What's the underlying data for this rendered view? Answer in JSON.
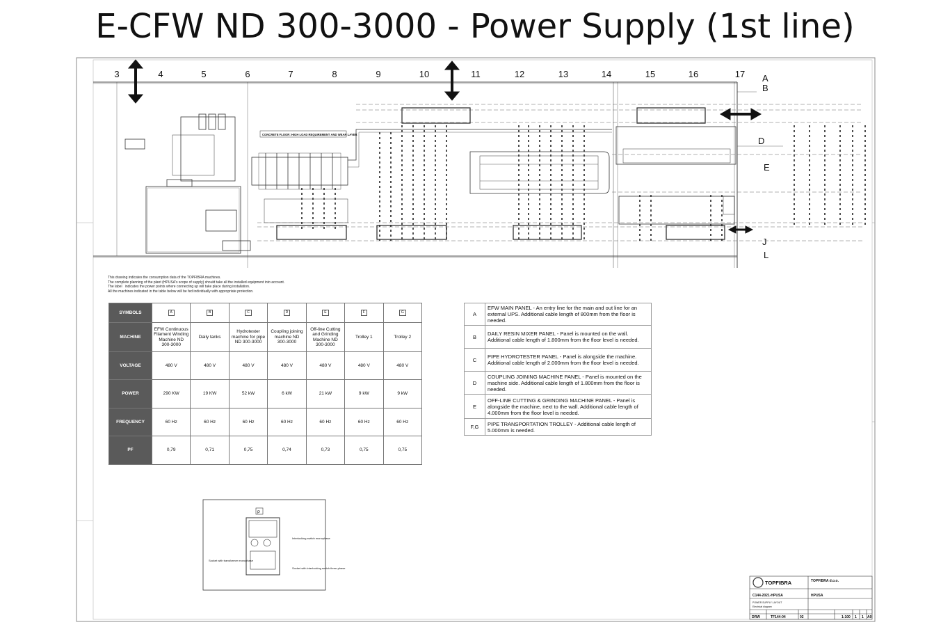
{
  "title": "E-CFW ND 300-3000 - Power Supply (1st line)",
  "grid": {
    "columns": [
      "3",
      "4",
      "5",
      "6",
      "7",
      "8",
      "9",
      "10",
      "11",
      "12",
      "13",
      "14",
      "15",
      "16",
      "17"
    ],
    "rows": [
      "A",
      "B",
      "D",
      "E",
      "J",
      "L"
    ]
  },
  "layout_label": "CONCRETE FLOOR: HIGH LOAD REQUIREMENT AND WEAR LAYER",
  "notes": [
    "This drawing indicates the consumption data of the TOPFIBRA machines.",
    "The complete planning of the plant (HPUSA's scope of supply) should take all the installed equipment into account.",
    "The label   indicates the power points where connecting up will take place during installation.",
    "All the machines indicated in the table below will be fed individually with appropriate protection."
  ],
  "spec_table": {
    "row_headers": [
      "SYMBOLS",
      "MACHINE",
      "VOLTAGE",
      "POWER",
      "FREQUENCY",
      "PF"
    ],
    "machines": [
      {
        "symbol": "A",
        "name": "EFW Continuous Filament Winding Machine ND 300-3000",
        "voltage": "480 V",
        "power": "290 KW",
        "frequency": "60 Hz",
        "pf": "0,79"
      },
      {
        "symbol": "B",
        "name": "Daily tanks",
        "voltage": "480 V",
        "power": "19 KW",
        "frequency": "60 Hz",
        "pf": "0,71"
      },
      {
        "symbol": "C",
        "name": "Hydrotester machine for pipe ND 300-3000",
        "voltage": "480 V",
        "power": "52 kW",
        "frequency": "60 Hz",
        "pf": "0,75"
      },
      {
        "symbol": "D",
        "name": "Coupling joining machine ND 300-3000",
        "voltage": "480 V",
        "power": "6 kW",
        "frequency": "60 Hz",
        "pf": "0,74"
      },
      {
        "symbol": "E",
        "name": "Off-line Cutting and Grinding Machine ND 300-3000",
        "voltage": "480 V",
        "power": "21 kW",
        "frequency": "60 Hz",
        "pf": "0,73"
      },
      {
        "symbol": "F",
        "name": "Trolley 1",
        "voltage": "480 V",
        "power": "9 kW",
        "frequency": "60 Hz",
        "pf": "0,75"
      },
      {
        "symbol": "G",
        "name": "Trolley 2",
        "voltage": "480 V",
        "power": "9 kW",
        "frequency": "60 Hz",
        "pf": "0,75"
      }
    ]
  },
  "panel_table": [
    {
      "key": "A",
      "text": "EFW MAIN PANEL - An entry line for the main and out line for an external UPS. Additional cable length of 800mm from the floor is needed."
    },
    {
      "key": "B",
      "text": "DAILY RESIN MIXER PANEL - Panel is mounted on the wall. Additional cable length of 1.800mm from the floor level is needed."
    },
    {
      "key": "C",
      "text": "PIPE HYDROTESTER PANEL - Panel is alongside the machine. Additional cable length of 2.000mm from the floor level is needed."
    },
    {
      "key": "D",
      "text": "COUPLING JOINING MACHINE PANEL - Panel is mounted on the machine side. Additional cable length of 1.800mm from the floor is needed."
    },
    {
      "key": "E",
      "text": "OFF-LINE CUTTING & GRINDING MACHINE PANEL - Panel is alongside the machine, next to the wall. Additional cable length of 4.000mm from the floor level is needed."
    },
    {
      "key": "F,G",
      "text": "PIPE TRANSPORTATION TROLLEY - Additional cable length of 5.000mm is needed."
    }
  ],
  "socket_detail": {
    "symbol": "P",
    "labels": [
      "Interlocking switch monophase",
      "Socket with transformer monophase",
      "Socket with interlocking switch three-phase"
    ]
  },
  "title_block": {
    "company": "TOPFIBRA d.o.o.",
    "logo": "TOPFIBRA",
    "project": "C144-2021-HPUSA",
    "client": "HPUSA",
    "drawing_title_1": "POWER SUPPLY LAYOUT",
    "drawing_title_2": "Electrical diagram",
    "drw_label": "DRW",
    "drawing_no": "TF144-04",
    "revision": "02",
    "scale": "1:100",
    "sheet": "1",
    "sheets": "1",
    "format": "A0"
  },
  "colors": {
    "line": "#333333",
    "header_fill": "#5a5a5a",
    "paper": "#ffffff"
  }
}
